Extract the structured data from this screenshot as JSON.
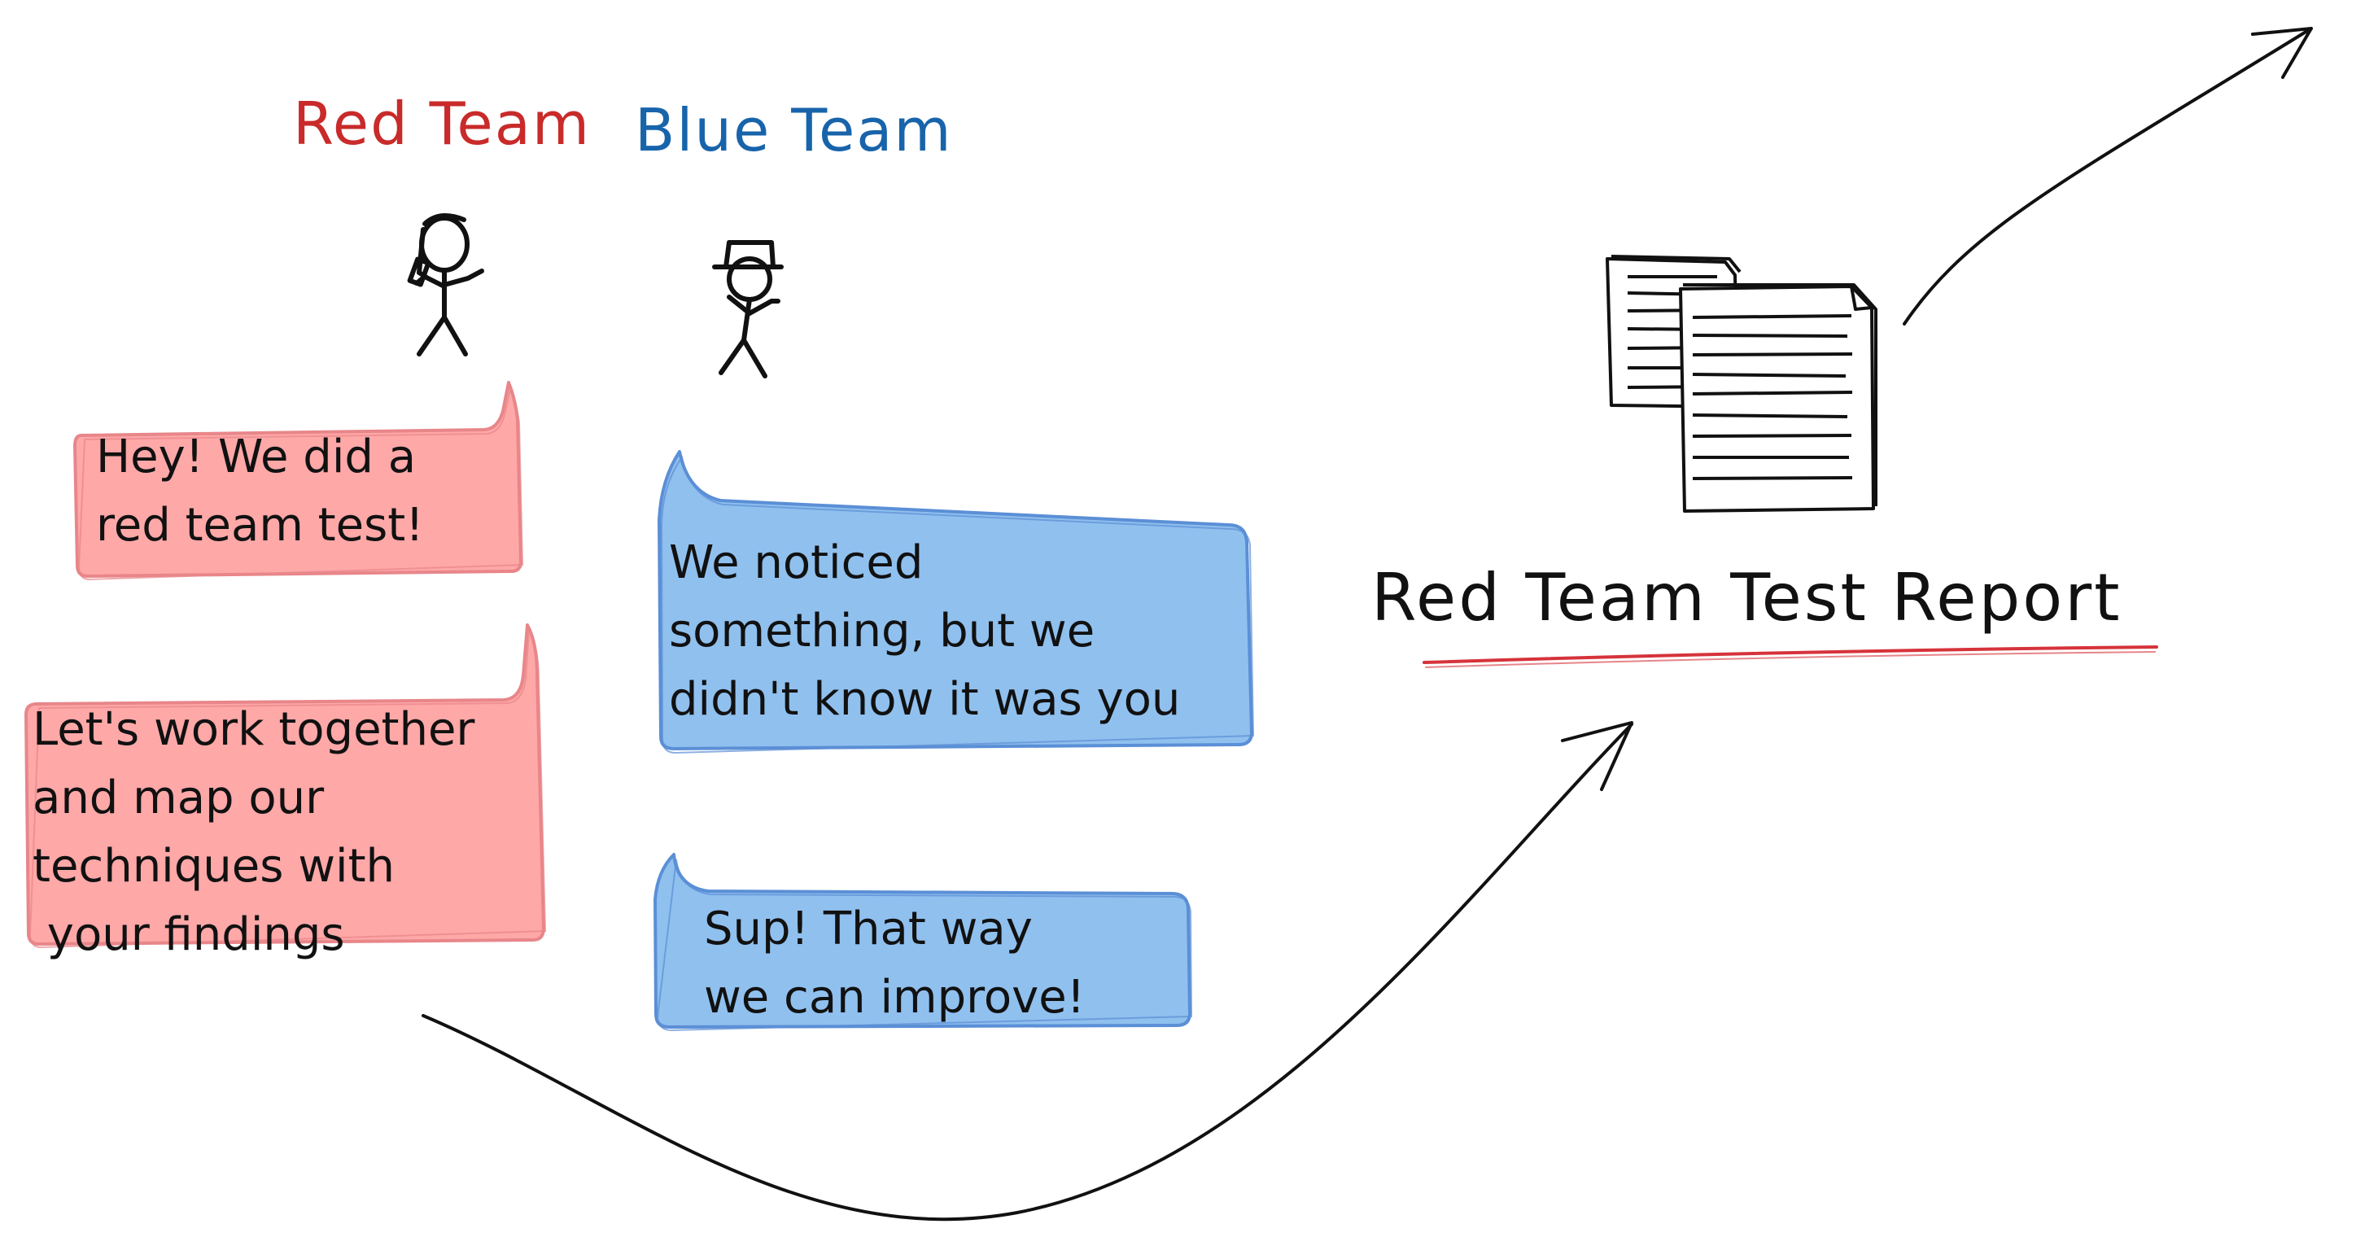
{
  "labels": {
    "red_team": "Red Team",
    "blue_team": "Blue Team",
    "report_title": "Red Team Test Report"
  },
  "bubbles": {
    "red_1": [
      "Hey! We did a",
      "red team test!"
    ],
    "red_2": [
      "Let's work together",
      "and map our",
      "techniques with",
      " your findings"
    ],
    "blue_1": [
      "We noticed",
      "something, but we",
      "didn't know it was you"
    ],
    "blue_2": [
      "Sup! That way",
      "we can improve!"
    ]
  },
  "colors": {
    "red_text": "#c92a2a",
    "blue_text": "#1864ab",
    "red_fill": "#ffa8a8",
    "red_stroke": "#e8868a",
    "blue_fill": "#90c0ee",
    "blue_stroke": "#5b8fd6",
    "ink": "#111111",
    "underline": "#d6333b"
  },
  "icons": [
    "red-team-stick-figure-icon",
    "blue-team-stick-figure-icon",
    "documents-icon"
  ]
}
